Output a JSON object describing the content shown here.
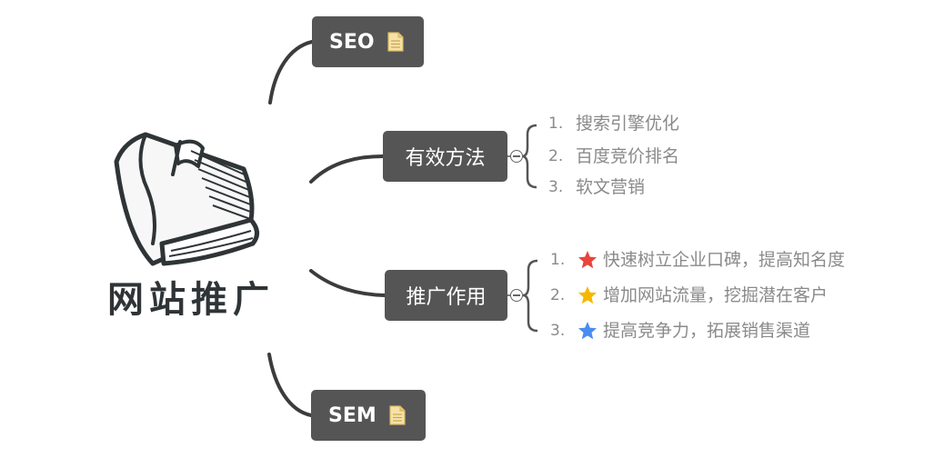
{
  "central": {
    "title": "网站推广"
  },
  "topics": {
    "seo": {
      "label": "SEO",
      "icon": "note-icon"
    },
    "sem": {
      "label": "SEM",
      "icon": "note-icon"
    },
    "methods": {
      "label": "有效方法",
      "items": [
        {
          "number": "1.",
          "text": "搜索引擎优化"
        },
        {
          "number": "2.",
          "text": "百度竞价排名"
        },
        {
          "number": "3.",
          "text": "软文营销"
        }
      ]
    },
    "roles": {
      "label": "推广作用",
      "items": [
        {
          "number": "1.",
          "text": "快速树立企业口碑，提高知名度",
          "icon": "red-star-icon",
          "color": "#e8453c"
        },
        {
          "number": "2.",
          "text": "增加网站流量，挖掘潜在客户",
          "icon": "yellow-star-icon",
          "color": "#f5b800"
        },
        {
          "number": "3.",
          "text": "提高竞争力，拓展销售渠道",
          "icon": "blue-star-icon",
          "color": "#4a8df0"
        }
      ]
    }
  },
  "colors": {
    "topic_background": "#555555",
    "connector": "#3c3c3c",
    "subtopic_text": "#8a8a8a",
    "title_text": "#2f3436"
  }
}
